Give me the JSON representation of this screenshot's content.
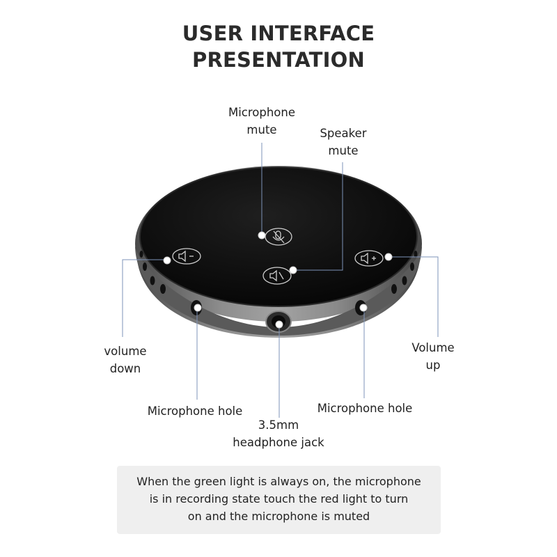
{
  "header": {
    "title_line1": "USER INTERFACE",
    "title_line2": "PRESENTATION"
  },
  "callouts": {
    "mic_mute": [
      "Microphone",
      "mute"
    ],
    "speaker_mute": [
      "Speaker",
      "mute"
    ],
    "volume_down": [
      "volume",
      "down"
    ],
    "volume_up": [
      "Volume",
      "up"
    ],
    "mic_hole_left": "Microphone hole",
    "mic_hole_right": "Microphone hole",
    "headphone_jack": [
      "3.5mm",
      "headphone jack"
    ]
  },
  "note": {
    "lines": [
      "When the green light is always on,  the microphone",
      "is in recording state touch the red light to turn",
      "on and the microphone is muted"
    ]
  },
  "colors": {
    "leader_line": "#7d93b8",
    "device_top": "#0c0c0c",
    "device_rim": "#7a7a7a",
    "note_bg": "#efefef"
  },
  "icons": [
    "volume-down-icon",
    "mic-muted-icon",
    "speaker-muted-icon",
    "volume-up-icon"
  ]
}
